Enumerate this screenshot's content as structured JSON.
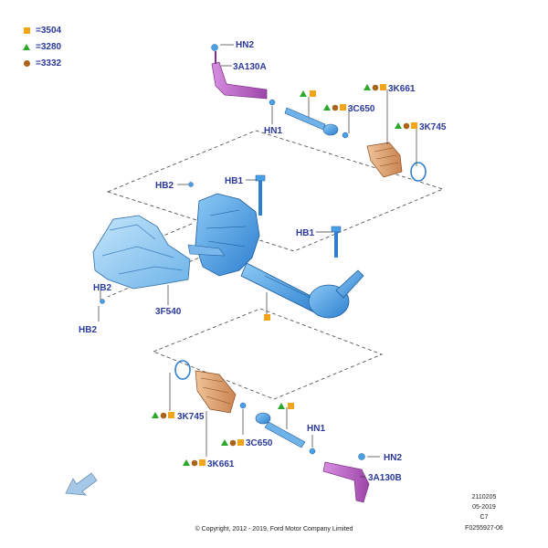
{
  "legend": [
    {
      "symbol": "square",
      "color": "#f2a51a",
      "text": "=3504"
    },
    {
      "symbol": "triangle",
      "color": "#2aa82a",
      "text": "=3280"
    },
    {
      "symbol": "circle",
      "color": "#a9641a",
      "text": "=3332"
    }
  ],
  "labels": {
    "hn2_top": "HN2",
    "a130a": "3A130A",
    "hn1_top": "HN1",
    "c650_top": "3C650",
    "k661_top": "3K661",
    "k745_top": "3K745",
    "hb1_a": "HB1",
    "hb1_b": "HB1",
    "hb2_top": "HB2",
    "hb2_mid": "HB2",
    "hb2_low": "HB2",
    "f540": "3F540",
    "k745_bot": "3K745",
    "c650_bot": "3C650",
    "hn1_bot": "HN1",
    "k661_bot": "3K661",
    "hn2_bot": "HN2",
    "a130b": "3A130B"
  },
  "footer": {
    "copyright": "© Copyright, 2012 - 2019, Ford Motor Company Limited",
    "ref1": "2110205",
    "ref2": "05-2019",
    "ref3": "C7",
    "ref4": "F0255927-06"
  },
  "colors": {
    "label": "#2b3a9a",
    "part_blue": "#4aa0e6",
    "tie_rod_purple": "#b05cb8",
    "boot_orange": "#d99a62"
  },
  "icons": {
    "nav_arrow": "arrow-down-left-icon"
  }
}
